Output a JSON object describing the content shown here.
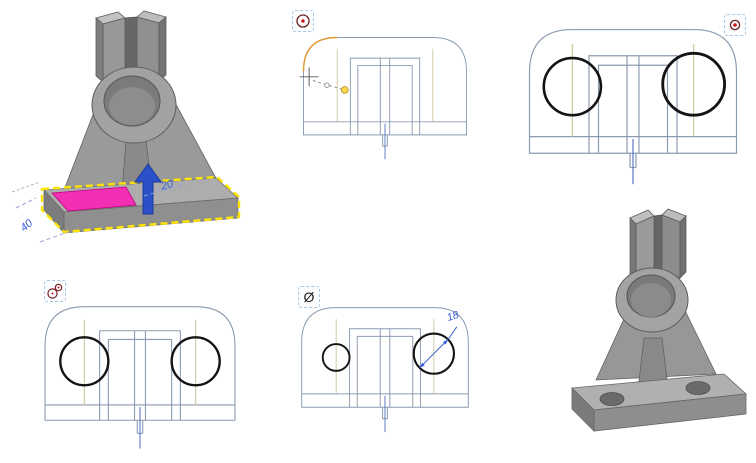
{
  "dimensions": {
    "extrude_height": "20",
    "base_width": "40",
    "hole_diameter": "18"
  },
  "symbols": {
    "diameter": "Ø"
  },
  "colors": {
    "highlight_pink": "#f32fb4",
    "selection_yellow": "#ffe400",
    "dimension_blue": "#3a62d8",
    "arrow_blue": "#2b50c8",
    "sketch_gray": "#8b9bb0"
  }
}
